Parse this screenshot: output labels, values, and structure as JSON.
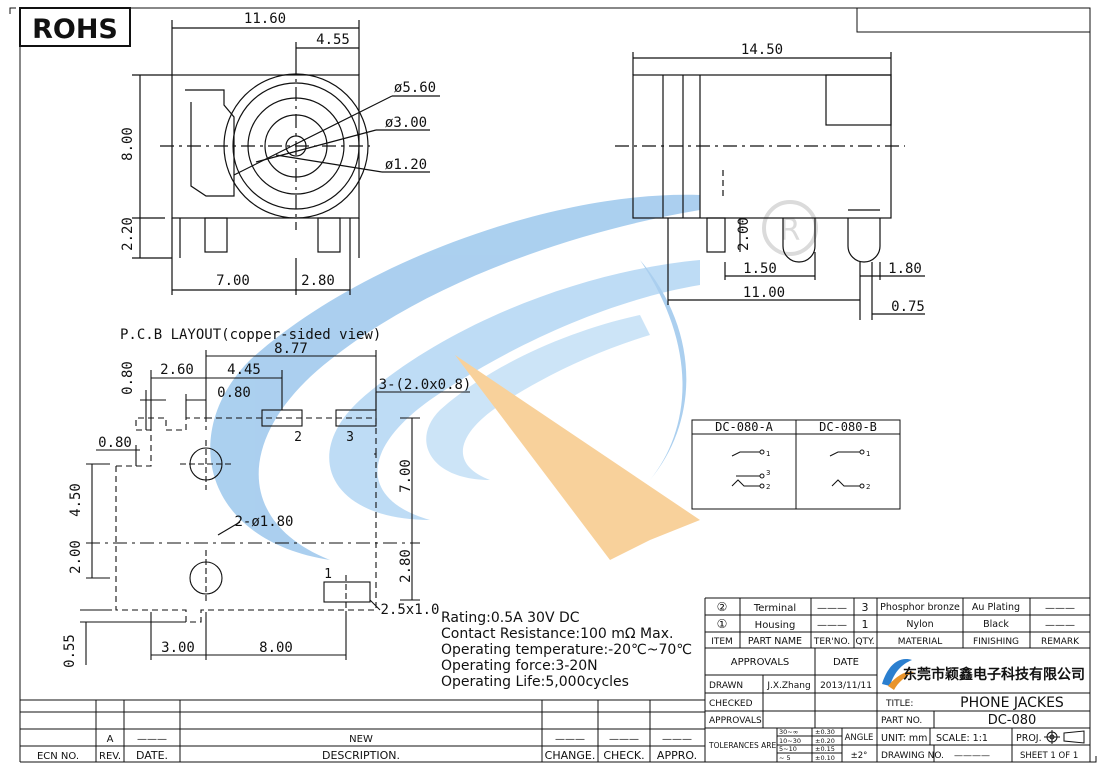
{
  "header": {
    "rohs": "ROHS"
  },
  "front_view": {
    "dim_width": "11.60",
    "dim_offset": "4.55",
    "dim_height": "8.00",
    "dim_pin_height": "2.20",
    "dim_pin_pitch_a": "7.00",
    "dim_pin_pitch_b": "2.80",
    "dia_outer": "ø5.60",
    "dia_mid": "ø3.00",
    "dia_inner": "ø1.20"
  },
  "side_view": {
    "dim_length": "14.50",
    "dim_pin_h": "2.00",
    "dim_a": "1.50",
    "dim_b": "1.80",
    "dim_c": "11.00",
    "dim_d": "0.75"
  },
  "pcb": {
    "title": "P.C.B  LAYOUT(copper-sided  view)",
    "dim_877": "8.77",
    "dim_445": "4.45",
    "dim_260": "2.60",
    "dim_080_top": "0.80",
    "dim_080_inner": "0.80",
    "dim_080_left": "0.80",
    "pad_note": "3-(2.0x0.8)",
    "hole_note": "2-ø1.80",
    "dim_450": "4.50",
    "dim_200": "2.00",
    "dim_700": "7.00",
    "dim_280": "2.80",
    "dim_300": "3.00",
    "dim_800": "8.00",
    "dim_055": "0.55",
    "pad_small": "2.5x1.0",
    "pad1": "1",
    "pad2": "2",
    "pad3": "3"
  },
  "specs": [
    "Rating:0.5A  30V  DC",
    "Contact  Resistance:100  mΩ  Max.",
    "Operating  temperature:-20℃~70℃",
    "Operating  force:3-20N",
    "Operating  Life:5,000cycles"
  ],
  "schematic": {
    "col_a": "DC-080-A",
    "col_b": "DC-080-B",
    "pin1": "1",
    "pin2": "2",
    "pin3": "3"
  },
  "bom": {
    "rows": [
      {
        "item": "②",
        "part": "Terminal",
        "ter": "———",
        "qty": "3",
        "material": "Phosphor bronze",
        "finishing": "Au Plating",
        "remark": "———"
      },
      {
        "item": "①",
        "part": "Housing",
        "ter": "———",
        "qty": "1",
        "material": "Nylon",
        "finishing": "Black",
        "remark": "———"
      }
    ],
    "headers": {
      "item": "ITEM",
      "part": "PART NAME",
      "ter": "TER'NO.",
      "qty": "QTY.",
      "material": "MATERIAL",
      "finishing": "FINISHING",
      "remark": "REMARK"
    }
  },
  "title_block": {
    "approvals": "APPROVALS",
    "date": "DATE",
    "drawn": "DRAWN",
    "drawn_by": "J.X.Zhang",
    "drawn_date": "2013/11/11",
    "checked": "CHECKED",
    "approvals2": "APPROVALS",
    "tolerances": "TOLERANCES ARE",
    "tol": [
      {
        "range": "30~∞",
        "value": "±0.30"
      },
      {
        "range": "10~30",
        "value": "±0.20"
      },
      {
        "range": "5~10",
        "value": "±0.15"
      },
      {
        "range": "~ 5",
        "value": "±0.10"
      }
    ],
    "angle": "ANGLE",
    "angle_val": "±2°",
    "company": "东莞市颖鑫电子科技有限公司",
    "title_label": "TITLE:",
    "title_value": "PHONE  JACKES",
    "part_label": "PART  NO.",
    "part_value": "DC-080",
    "unit": "UNIT:  mm",
    "scale": "SCALE:   1:1",
    "proj": "PROJ.",
    "drawing_no": "DRAWING  NO.",
    "drawing_val": "————",
    "sheet": "SHEET   1  OF  1"
  },
  "revision": {
    "rev_letter": "A",
    "new_label": "NEW",
    "dash": "———",
    "headers": [
      "ECN NO.",
      "REV.",
      "DATE.",
      "DESCRIPTION.",
      "CHANGE.",
      "CHECK.",
      "APPRO."
    ]
  },
  "colors": {
    "watermark_blue": "#8fc0ea",
    "watermark_orange": "#f6c27a",
    "line": "#111111"
  }
}
